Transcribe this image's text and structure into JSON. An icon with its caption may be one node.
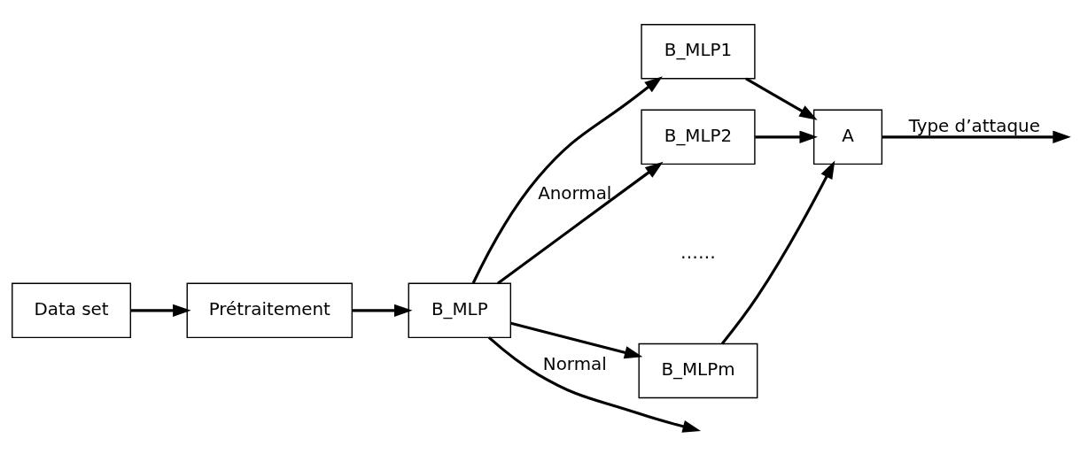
{
  "diagram": {
    "nodes": [
      {
        "text": [
          "Data set"
        ]
      },
      {
        "text": [
          "Prétraitement"
        ]
      },
      {
        "text": [
          "B_MLP"
        ]
      },
      {
        "text": [
          "B_MLP1"
        ]
      },
      {
        "text": [
          "B_MLP2"
        ]
      },
      {
        "text": [
          "B_MLPm"
        ]
      },
      {
        "text": [
          "A"
        ]
      }
    ],
    "edges": [
      {
        "from": 0,
        "to": 1,
        "arrow": "to"
      },
      {
        "from": 1,
        "to": 2,
        "arrow": "to"
      },
      {
        "from": 2,
        "to": 3,
        "arrow": "to"
      },
      {
        "from": 2,
        "to": 4,
        "arrow": "to",
        "label": "Anormal"
      },
      {
        "from": 2,
        "to": 5,
        "arrow": "to"
      },
      {
        "from": 2,
        "to": null,
        "arrow": "to",
        "label": "Normal"
      },
      {
        "from": 3,
        "to": 6,
        "arrow": "to"
      },
      {
        "from": 4,
        "to": 6,
        "arrow": "to"
      },
      {
        "from": 5,
        "to": 6,
        "arrow": "to"
      },
      {
        "from": 6,
        "to": null,
        "arrow": "to",
        "label": "Type d’attaque"
      }
    ],
    "labels": [
      "……"
    ]
  }
}
